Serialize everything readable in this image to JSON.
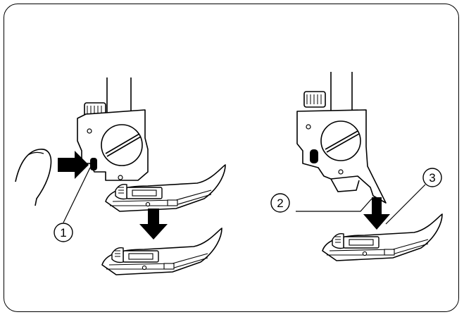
{
  "callouts": [
    {
      "label": "1",
      "target": "foot-release-button"
    },
    {
      "label": "2",
      "target": "shank-groove"
    },
    {
      "label": "3",
      "target": "foot-pin"
    }
  ],
  "colors": {
    "line": "#000000",
    "fill": "#ffffff",
    "arrow": "#000000"
  }
}
